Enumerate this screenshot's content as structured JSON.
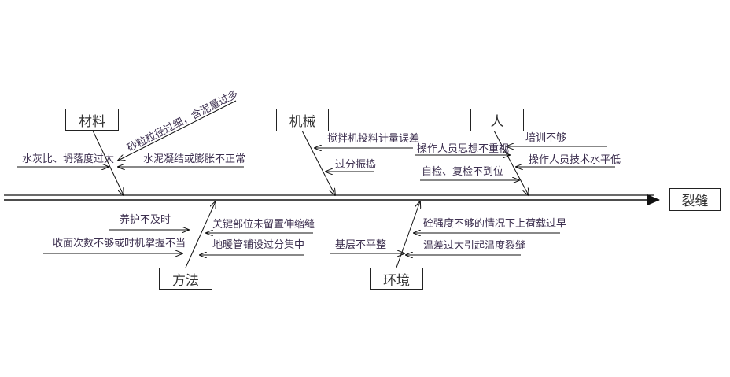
{
  "effect": "裂缝",
  "categories": {
    "materials": {
      "title": "材料",
      "causes": [
        "砂粒粒径过细，含泥量过多",
        "水灰比、坍落度过大",
        "水泥凝结或膨胀不正常"
      ]
    },
    "machinery": {
      "title": "机械",
      "causes": [
        "搅拌机投料计量误差",
        "过分振捣"
      ]
    },
    "people": {
      "title": "人",
      "causes": [
        "培训不够",
        "操作人员思想不重视",
        "操作人员技术水平低",
        "自检、复检不到位"
      ]
    },
    "method": {
      "title": "方法",
      "causes": [
        "养护不及时",
        "收面次数不够或时机掌握不当",
        "关键部位未留置伸缩缝",
        "地暖管铺设过分集中"
      ]
    },
    "environment": {
      "title": "环境",
      "causes": [
        "砼强度不够的情况下上荷载过早",
        "基层不平整",
        "温差过大引起温度裂缝"
      ]
    }
  },
  "colors": {
    "line": "#111111",
    "text": "#3c2f4f"
  }
}
